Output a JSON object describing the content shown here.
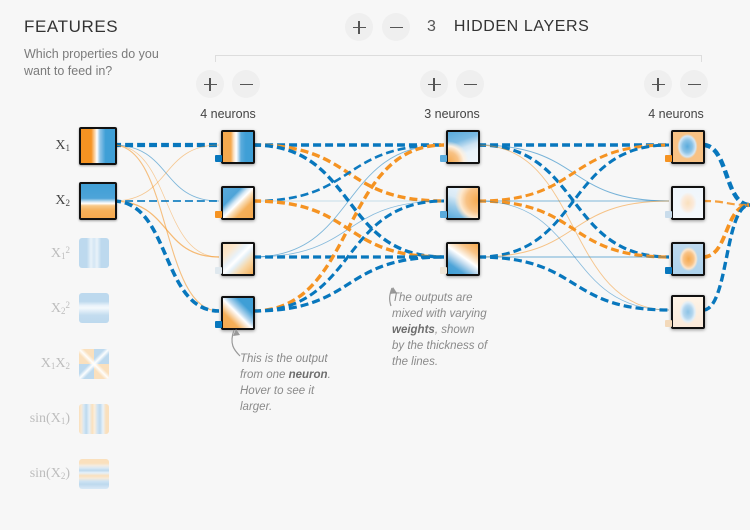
{
  "header": {
    "features_title": "FEATURES",
    "features_subtitle": "Which properties do you want to feed in?",
    "hidden_layers_count": "3",
    "hidden_layers_label": "HIDDEN LAYERS",
    "add_layer_label": "+",
    "remove_layer_label": "−"
  },
  "colors": {
    "positive": "#0877bd",
    "negative": "#f59322",
    "background": "#f7f7f7",
    "text": "#333333",
    "muted": "#7b7b7b",
    "inactive_label": "#bdbdbd",
    "button_bg": "#efefef"
  },
  "features": [
    {
      "id": "x1",
      "label": "X",
      "sub": "1",
      "sup": "",
      "active": true,
      "thumb": "gradient-horizontal-orange-blue"
    },
    {
      "id": "x2",
      "label": "X",
      "sub": "2",
      "sup": "",
      "active": true,
      "thumb": "gradient-vertical-blue-orange"
    },
    {
      "id": "x1sq",
      "label": "X",
      "sub": "1",
      "sup": "2",
      "active": false,
      "thumb": "vertical-bands-blue"
    },
    {
      "id": "x2sq",
      "label": "X",
      "sub": "2",
      "sup": "2",
      "active": false,
      "thumb": "horizontal-bands-blue"
    },
    {
      "id": "x1x2",
      "label": "X₁X₂",
      "sub": "",
      "sup": "",
      "active": false,
      "thumb": "checker-orange-blue"
    },
    {
      "id": "sinx1",
      "label": "sin(X",
      "sub": "1",
      "sup": "",
      "suffix": ")",
      "active": false,
      "thumb": "sine-vertical-stripes"
    },
    {
      "id": "sinx2",
      "label": "sin(X",
      "sub": "2",
      "sup": "",
      "suffix": ")",
      "active": false,
      "thumb": "sine-horizontal-stripes"
    }
  ],
  "layers": [
    {
      "index": 1,
      "neuron_count_label": "4 neurons",
      "add_label": "+",
      "remove_label": "−",
      "neurons": [
        {
          "id": "l1n1",
          "pattern": "vertical-split-orange-blue",
          "bias": "positive"
        },
        {
          "id": "l1n2",
          "pattern": "diag-down-blue-orange",
          "bias": "negative"
        },
        {
          "id": "l1n3",
          "pattern": "diag-down-orange-blue-light",
          "bias": "neutral"
        },
        {
          "id": "l1n4",
          "pattern": "diag-up-blue-orange",
          "bias": "positive"
        }
      ]
    },
    {
      "index": 2,
      "neuron_count_label": "3 neurons",
      "add_label": "+",
      "remove_label": "−",
      "neurons": [
        {
          "id": "l2n1",
          "pattern": "corner-orange-left-blue-right",
          "bias": "positive"
        },
        {
          "id": "l2n2",
          "pattern": "corner-blue-left-orange-right",
          "bias": "positive"
        },
        {
          "id": "l2n3",
          "pattern": "diag-orange-top-blue-bottom",
          "bias": "neutral"
        }
      ]
    },
    {
      "index": 3,
      "neuron_count_label": "4 neurons",
      "add_label": "+",
      "remove_label": "−",
      "neurons": [
        {
          "id": "l3n1",
          "pattern": "blob-blue-on-orange",
          "bias": "negative"
        },
        {
          "id": "l3n2",
          "pattern": "blob-faint-orange",
          "bias": "positive-faint"
        },
        {
          "id": "l3n3",
          "pattern": "blob-orange-on-blue",
          "bias": "positive"
        },
        {
          "id": "l3n4",
          "pattern": "blob-blue-on-pale-orange",
          "bias": "negative-faint"
        }
      ]
    }
  ],
  "annotations": [
    {
      "id": "neuron-output-note",
      "lines": [
        "This is the output",
        "from one neuron.",
        "Hover to see it",
        "larger."
      ],
      "bold_word": "neuron"
    },
    {
      "id": "weights-note",
      "lines": [
        "The outputs are",
        "mixed with varying",
        "weights, shown",
        "by the thickness of",
        "the lines."
      ],
      "bold_word": "weights"
    }
  ]
}
